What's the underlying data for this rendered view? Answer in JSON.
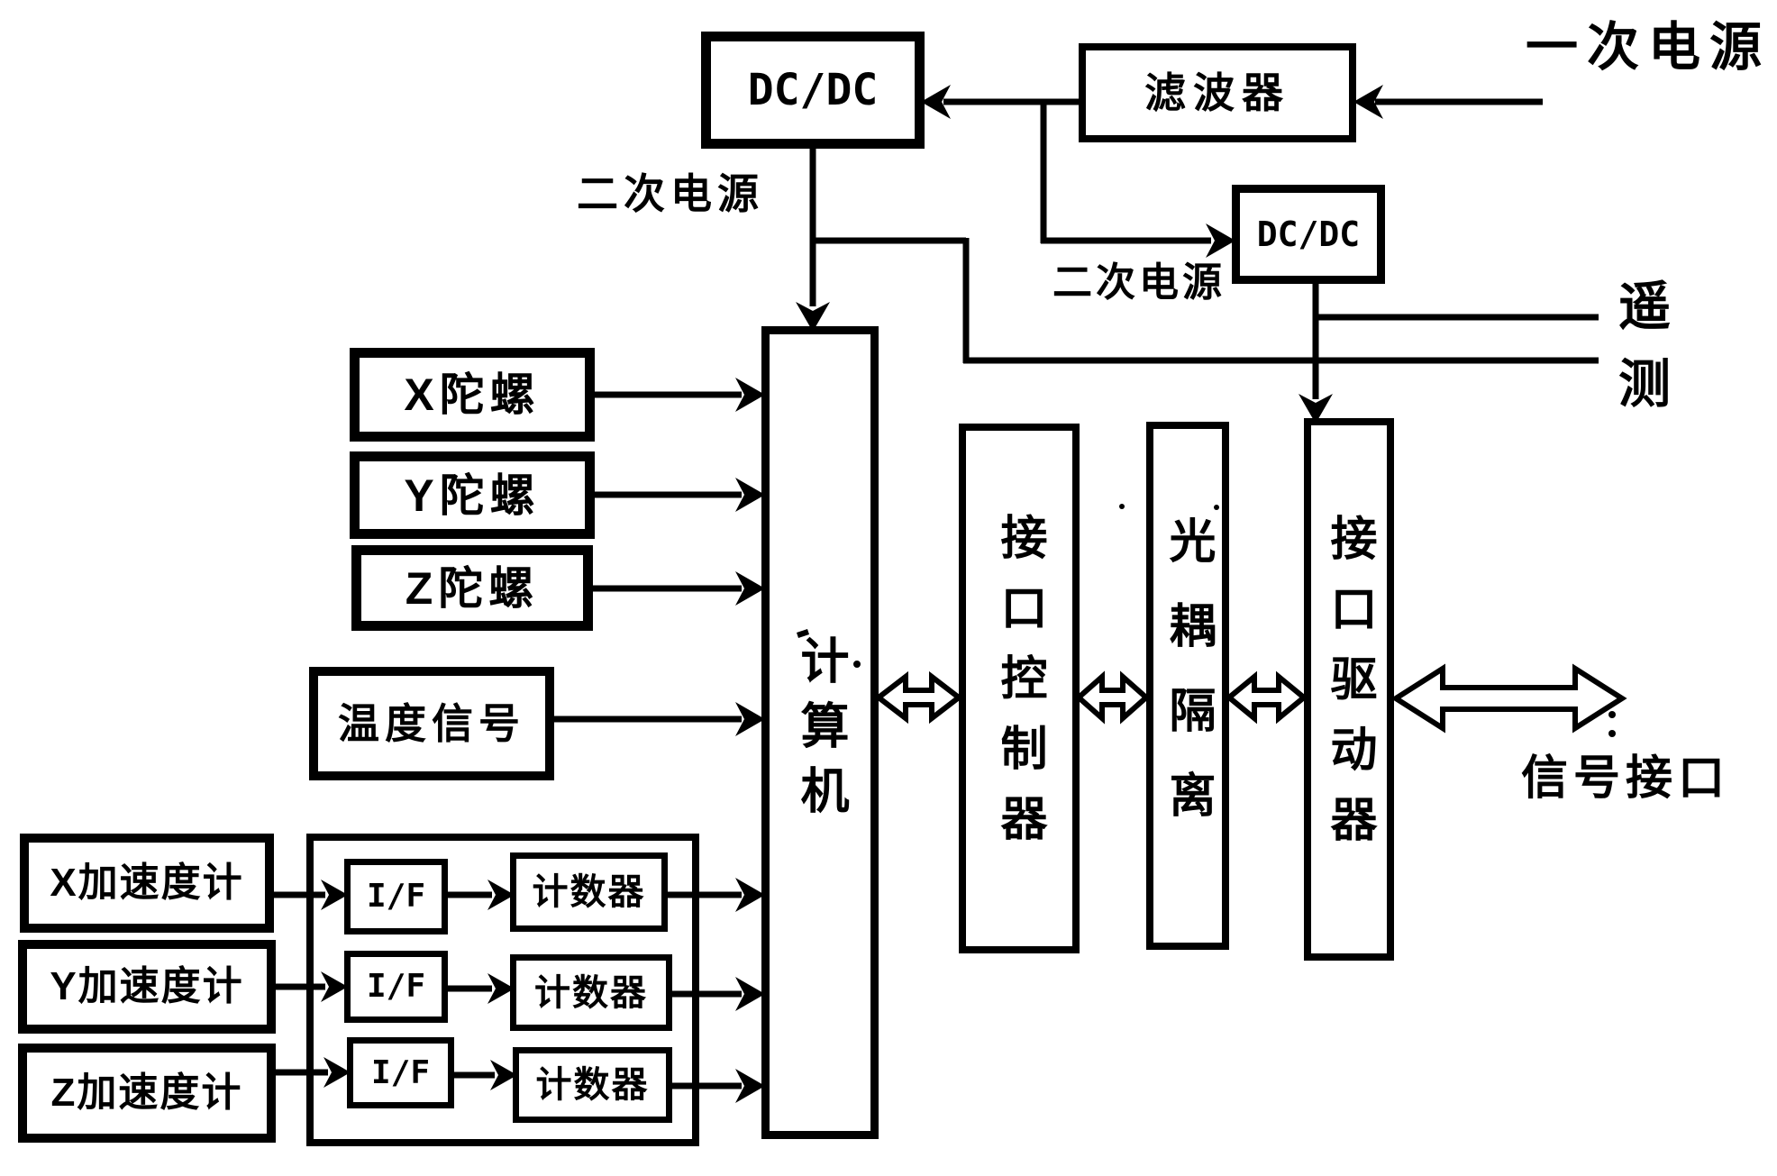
{
  "diagram": {
    "colors": {
      "ink": "#000000",
      "paper": "#ffffff"
    },
    "boxes": {
      "dcdc_primary": {
        "label": "DC/DC"
      },
      "filter": {
        "label": "滤波器"
      },
      "dcdc_secondary": {
        "label": "DC/DC"
      },
      "gyro_x": {
        "label": "X陀螺"
      },
      "gyro_y": {
        "label": "Y陀螺"
      },
      "gyro_z": {
        "label": "Z陀螺"
      },
      "temperature": {
        "label": "温度信号"
      },
      "accel_x": {
        "label": "X加速度计"
      },
      "accel_y": {
        "label": "Y加速度计"
      },
      "accel_z": {
        "label": "Z加速度计"
      },
      "if_row1": {
        "label": "I/F"
      },
      "if_row2": {
        "label": "I/F"
      },
      "if_row3": {
        "label": "I/F"
      },
      "counter_row1": {
        "label": "计数器"
      },
      "counter_row2": {
        "label": "计数器"
      },
      "counter_row3": {
        "label": "计数器"
      },
      "computer": {
        "label": "计算机"
      },
      "interface_controller": {
        "label": "接口控制器"
      },
      "opto_isolation": {
        "label": "光耦隔离"
      },
      "interface_driver": {
        "label": "接口驱动器"
      }
    },
    "labels": {
      "primary_power": "一次电源",
      "secondary_power_left": "二次电源",
      "secondary_power_right": "二次电源",
      "telemetry_char1": "遥",
      "telemetry_char2": "测",
      "signal_interface": "信号接口"
    }
  }
}
